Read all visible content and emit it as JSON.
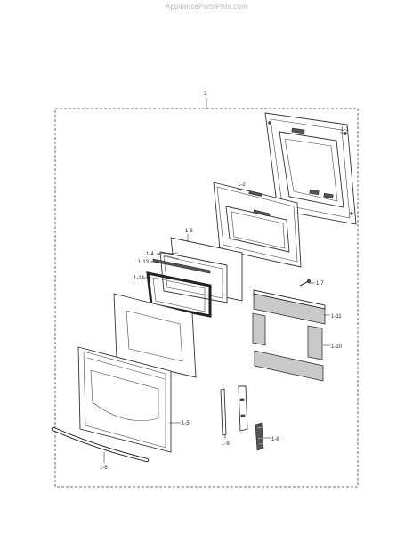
{
  "watermark": "AppliancePartsPros.com",
  "labels": {
    "assembly": "1",
    "p1_1": "1-1",
    "p1_2": "1-2",
    "p1_3": "1-3",
    "p1_4": "1-4",
    "p1_13": "1-13",
    "p1_14": "1-14",
    "p1_7": "1-7",
    "p1_11": "1-11",
    "p1_10": "1-10",
    "p1_5": "1-5",
    "p1_6": "1-6",
    "p1_9": "1-9",
    "p1_8": "1-8"
  }
}
